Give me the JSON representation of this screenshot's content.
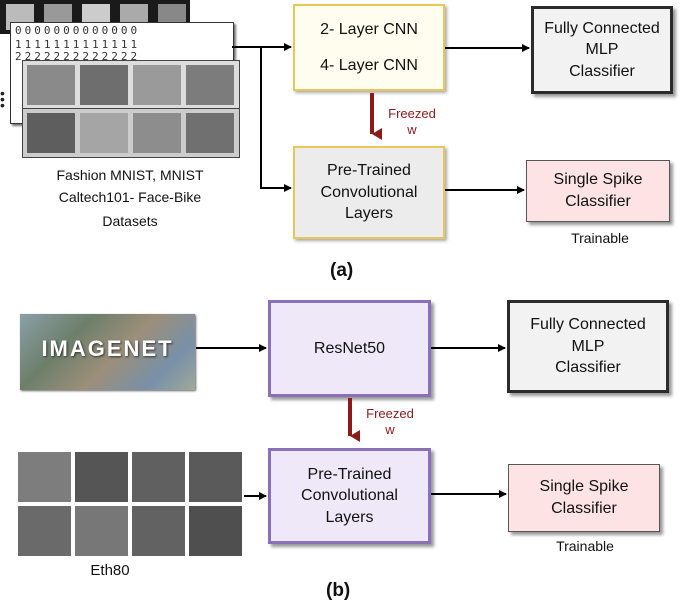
{
  "panel_a": {
    "dataset_caption_line1": "Fashion MNIST, MNIST",
    "dataset_caption_line2": "Caltech101- Face-Bike",
    "dataset_caption_line3": "Datasets",
    "cnn_box_line1": "2- Layer CNN",
    "cnn_box_line2": "4- Layer CNN",
    "mlp_box_line1": "Fully Connected",
    "mlp_box_line2": "MLP",
    "mlp_box_line3": "Classifier",
    "pretrained_box_line1": "Pre-Trained",
    "pretrained_box_line2": "Convolutional",
    "pretrained_box_line3": "Layers",
    "spike_box_line1": "Single Spike",
    "spike_box_line2": "Classifier",
    "trainable": "Trainable",
    "freeze_line1": "Freezed",
    "freeze_line2": "w",
    "panel_label": "(a)"
  },
  "panel_b": {
    "imagenet_logo": "IMAGENET",
    "resnet_box": "ResNet50",
    "mlp_box_line1": "Fully Connected",
    "mlp_box_line2": "MLP",
    "mlp_box_line3": "Classifier",
    "pretrained_box_line1": "Pre-Trained",
    "pretrained_box_line2": "Convolutional",
    "pretrained_box_line3": "Layers",
    "spike_box_line1": "Single Spike",
    "spike_box_line2": "Classifier",
    "trainable": "Trainable",
    "freeze_line1": "Freezed",
    "freeze_line2": "w",
    "dataset_caption": "Eth80",
    "panel_label": "(b)"
  },
  "colors": {
    "arrow": "#000000",
    "freeze_arrow": "#8b1a1a",
    "yellow_border": "#e8c75a",
    "lavender_border": "#8a70b8",
    "pink_fill": "#fde3e3"
  }
}
